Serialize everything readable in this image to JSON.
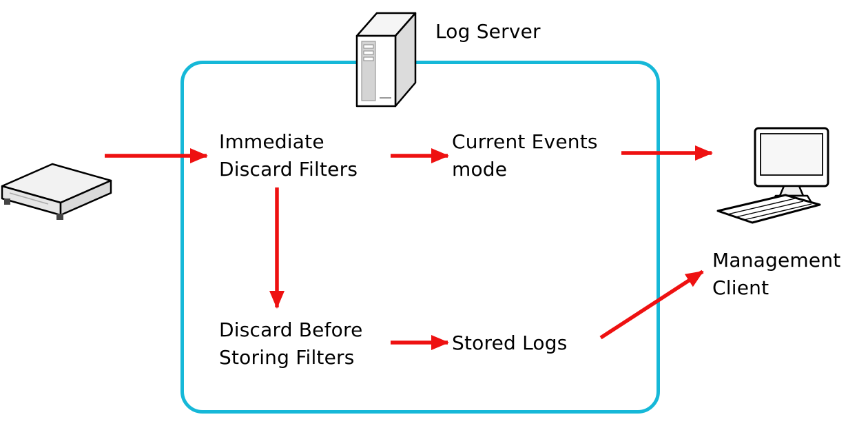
{
  "diagram": {
    "nodes": {
      "log_server_label": "Log Server",
      "immediate_discard_filters": "Immediate\nDiscard Filters",
      "current_events_mode": "Current Events\nmode",
      "discard_before_storing_filters": "Discard Before\nStoring Filters",
      "stored_logs": "Stored Logs",
      "management_client": "Management\nClient"
    },
    "icons": {
      "log_server": "tower-server-icon",
      "event_source": "rack-server-icon",
      "management_client": "desktop-computer-icon"
    },
    "colors": {
      "arrow": "#ee1111",
      "boundary": "#16b8d8",
      "text": "#000000",
      "background": "#ffffff"
    }
  }
}
